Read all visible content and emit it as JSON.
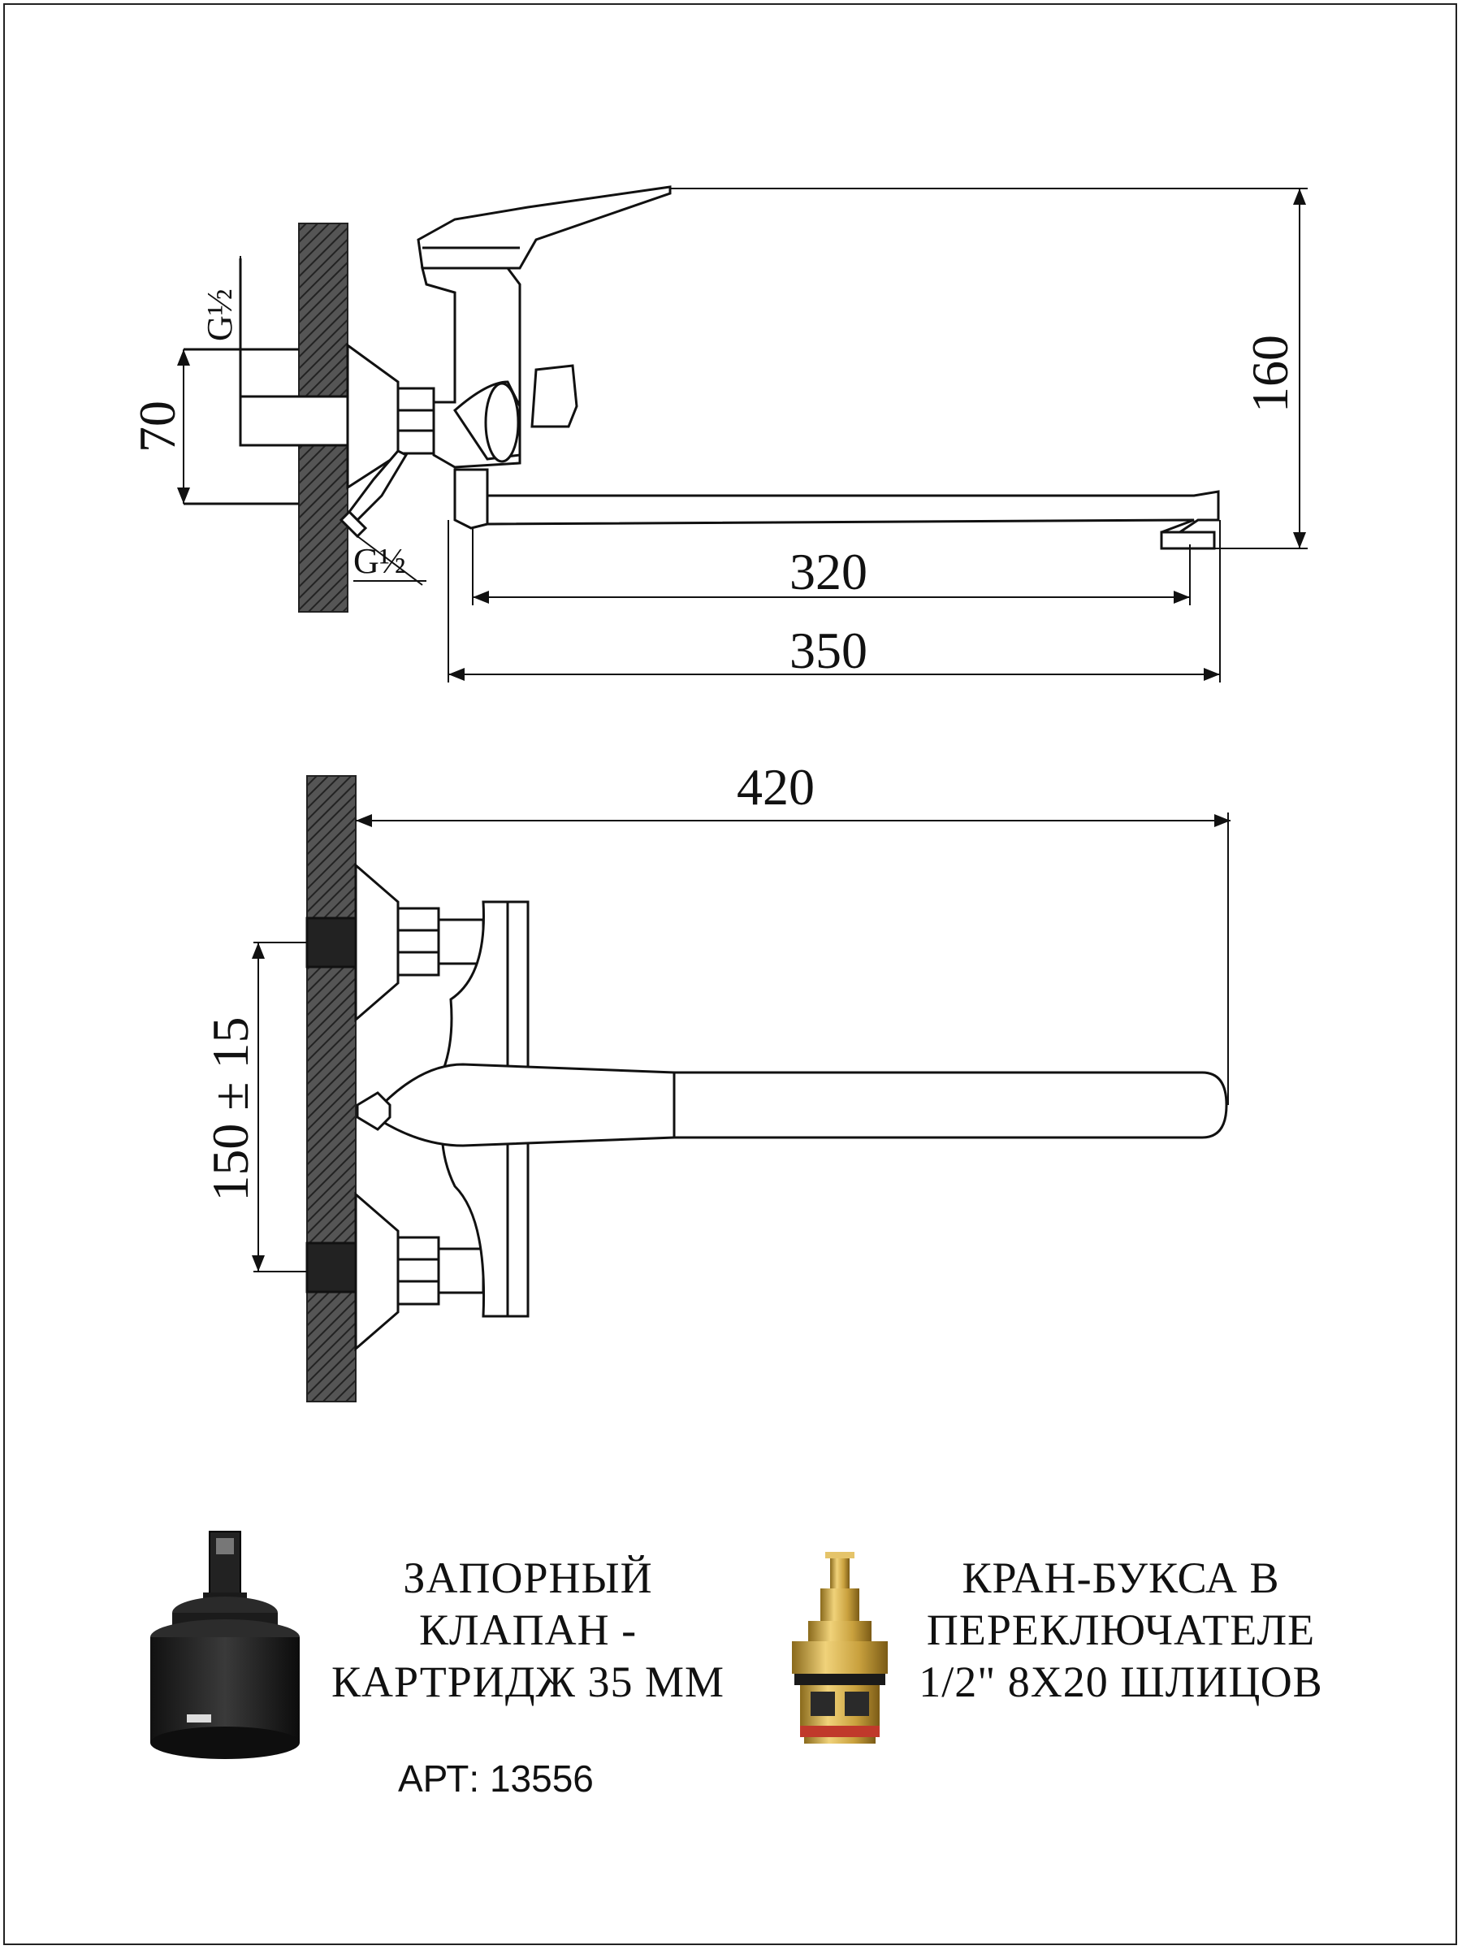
{
  "drawing": {
    "side_view": {
      "thread_top": "G½",
      "thread_bottom": "G½",
      "dim_inlet_spacing": "70",
      "dim_height": "160",
      "dim_spout_inner": "320",
      "dim_spout_outer": "350"
    },
    "top_view": {
      "dim_projection": "420",
      "dim_center_distance": "150 ± 15"
    }
  },
  "parts": [
    {
      "icon": "cartridge-icon",
      "lines": [
        "ЗАПОРНЫЙ",
        "КЛАПАН -",
        "КАРТРИДЖ 35 ММ"
      ],
      "article": "АРТ: 13556"
    },
    {
      "icon": "valve-head-icon",
      "lines": [
        "КРАН-БУКСА В",
        "ПЕРЕКЛЮЧАТЕЛЕ",
        "1/2\" 8X20 ШЛИЦОВ"
      ]
    }
  ],
  "colors": {
    "ink": "#111111",
    "brass": "#c9a13e",
    "cartridge": "#1b1b1b"
  }
}
